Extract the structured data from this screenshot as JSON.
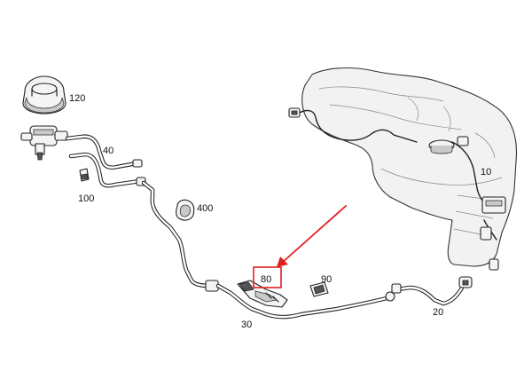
{
  "diagram": {
    "callouts": [
      {
        "id": "120",
        "label": "120"
      },
      {
        "id": "40",
        "label": "40"
      },
      {
        "id": "100",
        "label": "100"
      },
      {
        "id": "400",
        "label": "400"
      },
      {
        "id": "10",
        "label": "10"
      },
      {
        "id": "80",
        "label": "80"
      },
      {
        "id": "90",
        "label": "90"
      },
      {
        "id": "30",
        "label": "30"
      },
      {
        "id": "20",
        "label": "20"
      }
    ],
    "highlight": {
      "target": "80",
      "box_color": "#e02020",
      "arrow_color": "#e02020"
    },
    "line_color": "#222222",
    "part_fill_color": "#f4f4f4"
  }
}
